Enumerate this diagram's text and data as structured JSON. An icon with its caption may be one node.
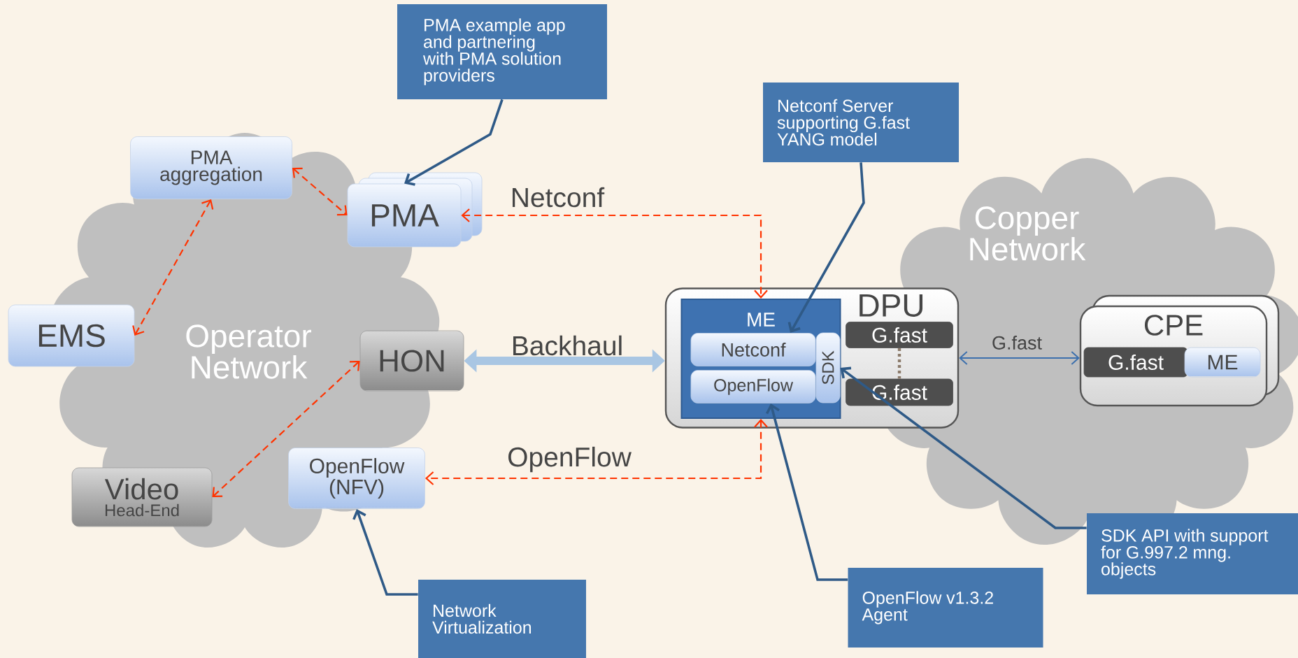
{
  "diagram": {
    "nodes": [
      {
        "text": [
          "PMA example app and partnering with PMA solution providers"
        ]
      },
      {
        "text": [
          "Netconf Server supporting G.fast YANG model"
        ]
      },
      {
        "text": [
          "Operator Network"
        ]
      },
      {
        "text": [
          "PMA aggregation"
        ],
        "in": 2
      },
      {
        "text": [
          "PMA"
        ]
      },
      {
        "text": [
          "Copper Network"
        ]
      },
      {
        "text": [
          "EMS"
        ]
      },
      {
        "text": [
          "HON"
        ],
        "in": 2
      },
      {
        "text": [
          "DPU"
        ]
      },
      {
        "text": [
          "ME"
        ],
        "in": 8
      },
      {
        "text": [
          "Netconf"
        ],
        "in": 9
      },
      {
        "text": [
          "OpenFlow"
        ],
        "in": 9
      },
      {
        "text": [
          "SDK"
        ],
        "in": 9
      },
      {
        "text": [
          "G.fast"
        ],
        "in": 8
      },
      {
        "text": [
          "G.fast"
        ],
        "in": 8
      },
      {
        "text": [
          "CPE"
        ],
        "in": 5
      },
      {
        "text": [
          "G.fast"
        ],
        "in": 15
      },
      {
        "text": [
          "ME"
        ],
        "in": 15
      },
      {
        "text": [
          "Video",
          "Head-End"
        ],
        "in": 2
      },
      {
        "text": [
          "OpenFlow (NFV)"
        ],
        "in": 2
      },
      {
        "text": [
          "SDK API with support for G.997.2 mng. objects"
        ]
      },
      {
        "text": [
          "Network Virtualization"
        ]
      },
      {
        "text": [
          "OpenFlow v1.3.2 Agent"
        ]
      }
    ],
    "edges": [
      {
        "from": 3,
        "to": 4,
        "arrow": "both",
        "style": "dashed",
        "color": "#ff3300"
      },
      {
        "from": 3,
        "to": 6,
        "arrow": "both",
        "style": "dashed",
        "color": "#ff3300"
      },
      {
        "from": 7,
        "to": 18,
        "arrow": "both",
        "style": "dashed",
        "color": "#ff3300"
      },
      {
        "from": 4,
        "to": 9,
        "arrow": "both",
        "style": "dashed",
        "color": "#ff3300",
        "label": "Netconf"
      },
      {
        "from": 9,
        "to": 19,
        "arrow": "both",
        "style": "dashed",
        "color": "#ff3300",
        "label": "OpenFlow"
      },
      {
        "from": 7,
        "to": 8,
        "arrow": "both",
        "style": "thick",
        "color": "#a9c6e3",
        "label": "Backhaul"
      },
      {
        "from": 8,
        "to": 15,
        "arrow": "both",
        "color": "#3d70ad",
        "label": "G.fast"
      },
      {
        "from": 13,
        "to": 14,
        "arrow": "none",
        "style": "dashed",
        "color": "#8c7b6b"
      },
      {
        "from": 0,
        "to": 4,
        "arrow": "to",
        "color": "#2f5a87"
      },
      {
        "from": 1,
        "to": 10,
        "arrow": "to",
        "color": "#2f5a87"
      },
      {
        "from": 20,
        "to": 12,
        "arrow": "to",
        "color": "#2f5a87"
      },
      {
        "from": 22,
        "to": 11,
        "arrow": "to",
        "color": "#2f5a87"
      },
      {
        "from": 21,
        "to": 19,
        "arrow": "to",
        "color": "#2f5a87"
      }
    ]
  }
}
